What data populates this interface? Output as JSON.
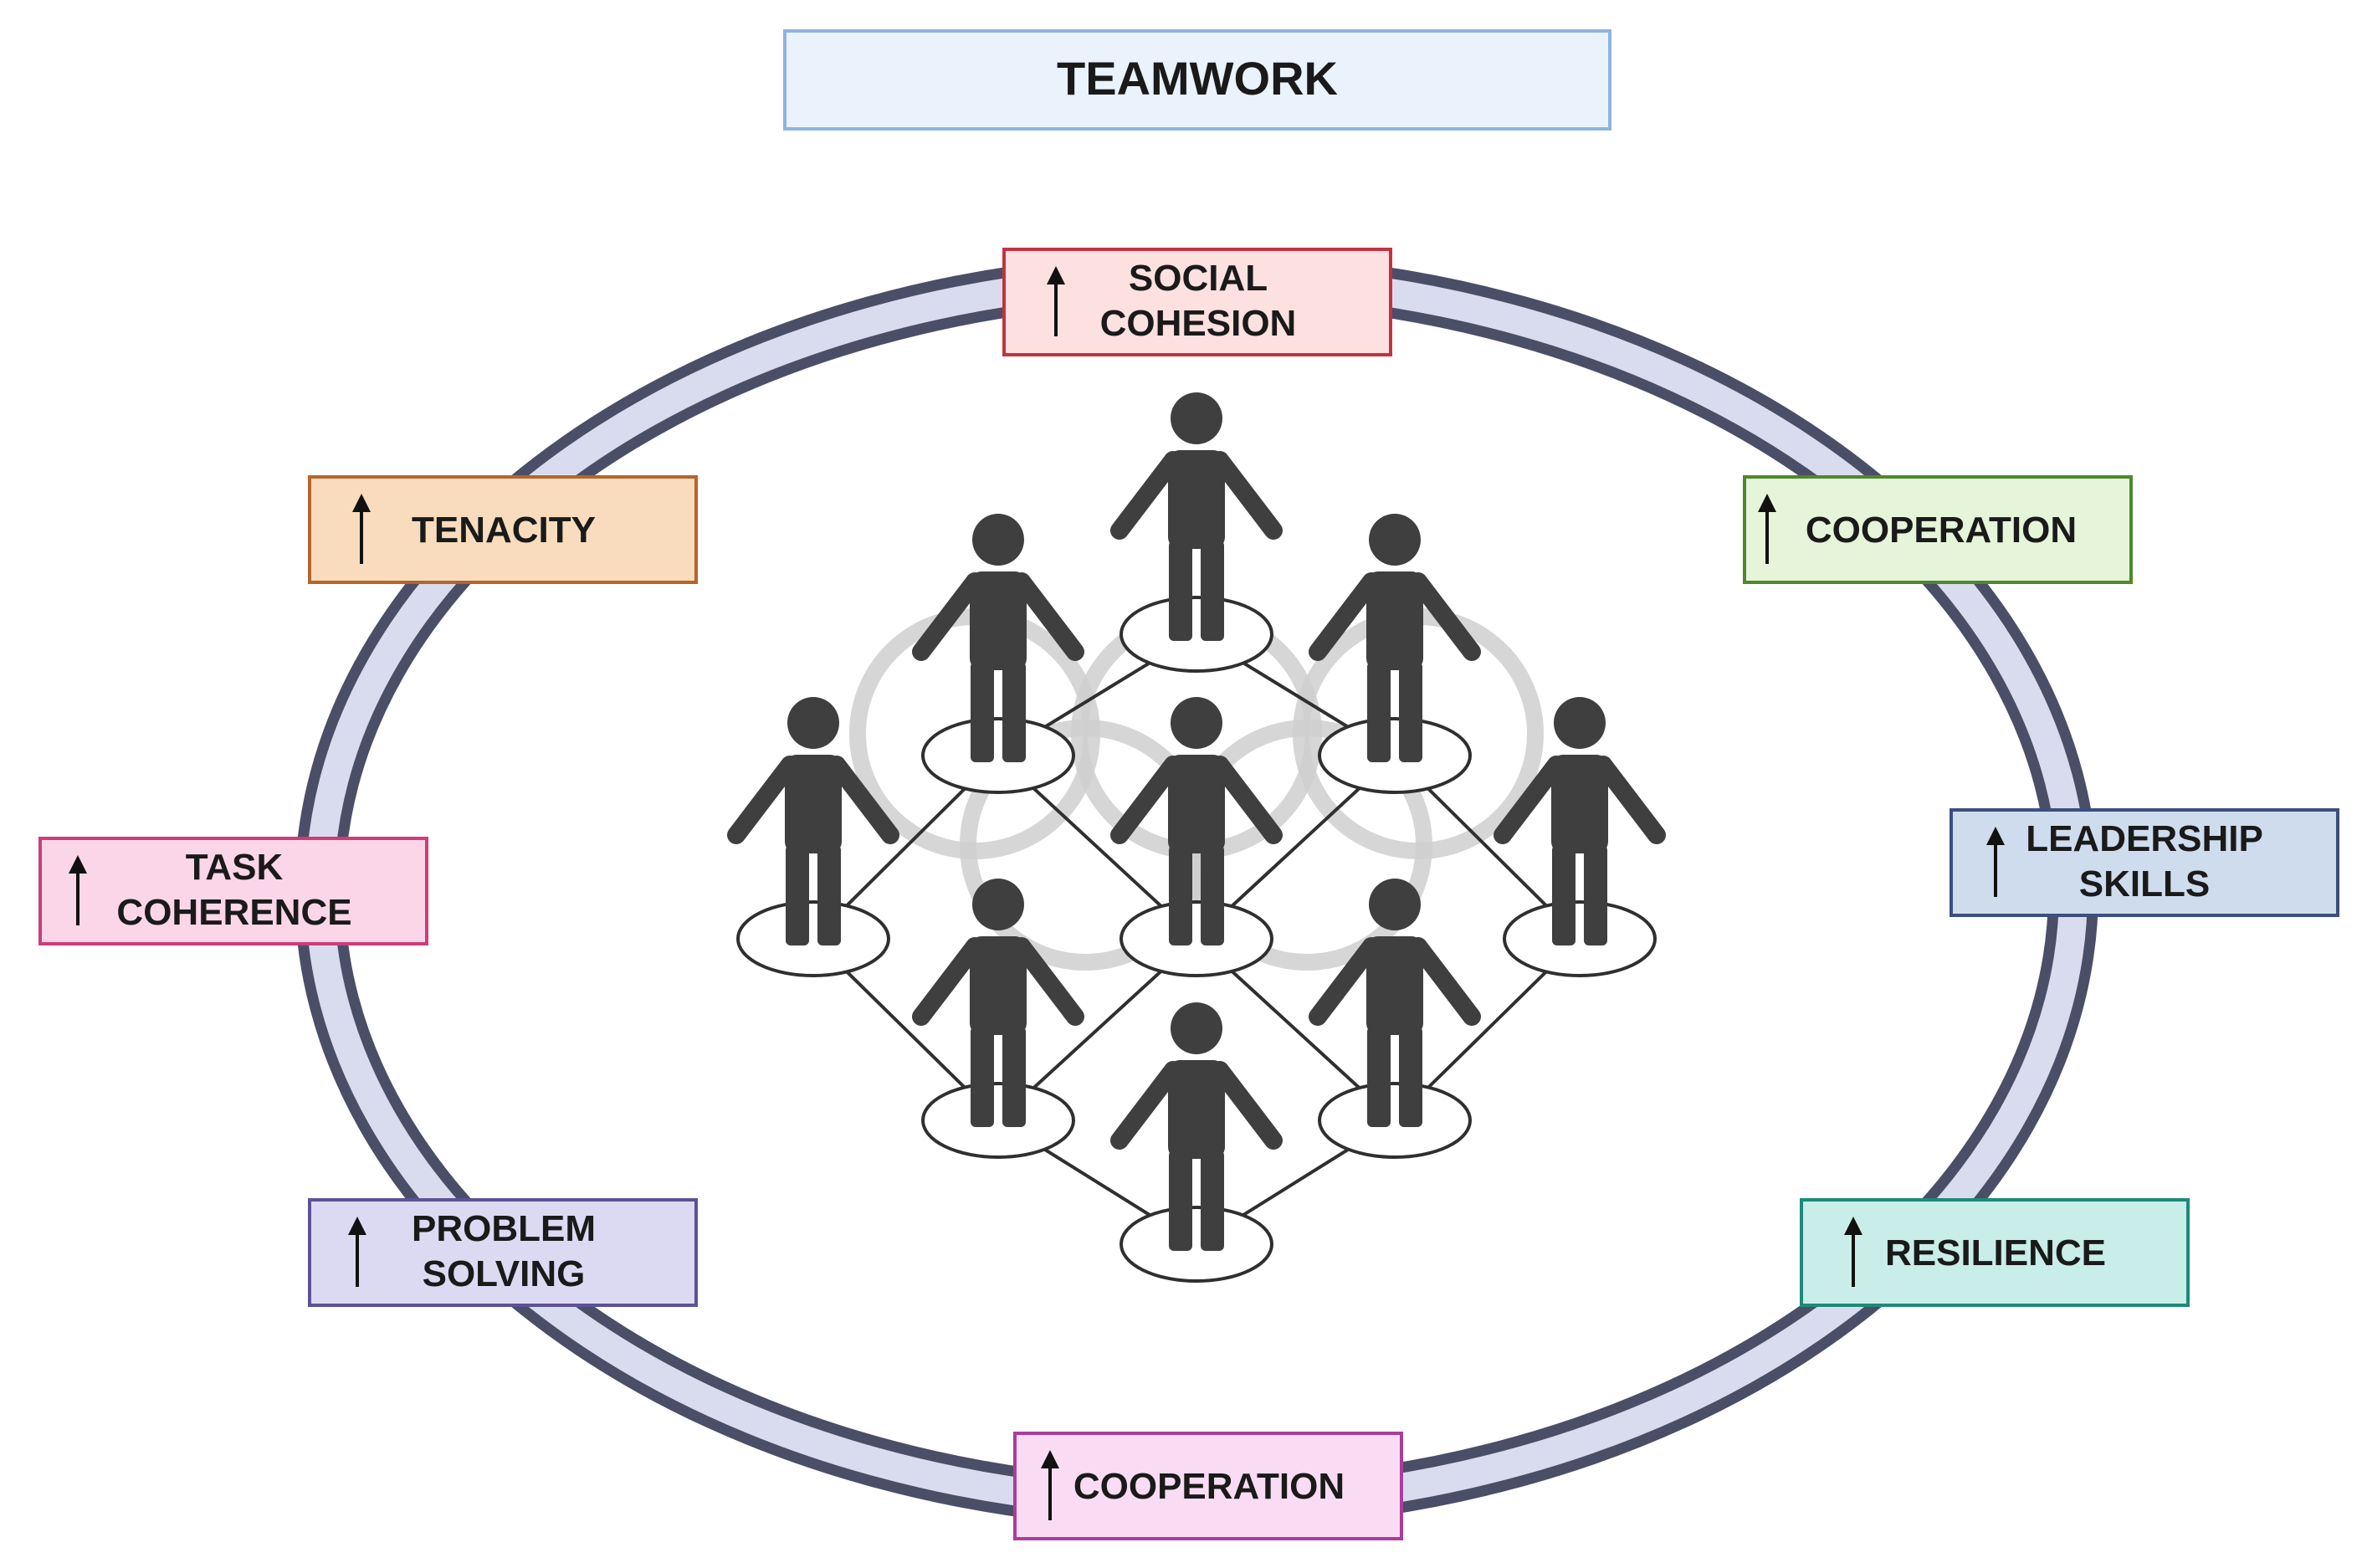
{
  "title": "TEAMWORK",
  "colors": {
    "ring_outer": "#4a4e66",
    "ring_inner": "#d9dcef",
    "figure": "#3f3f3f",
    "network_line": "#2f2f2f",
    "faint_rings": "#cfcfcf",
    "title_fill": "#eaf2fc",
    "title_stroke": "#8fb3e0"
  },
  "arrow_icon": "up-arrow-icon",
  "nodes": [
    {
      "id": "social-cohesion",
      "lines": [
        "SOCIAL",
        "COHESION"
      ],
      "fill": "#fde0e0",
      "stroke": "#c2333f"
    },
    {
      "id": "tenacity",
      "lines": [
        "TENACITY"
      ],
      "fill": "#f8dcbd",
      "stroke": "#b6652a"
    },
    {
      "id": "cooperation-right",
      "lines": [
        "COOPERATION"
      ],
      "fill": "#e6f5da",
      "stroke": "#4c8a2b"
    },
    {
      "id": "task-coherence",
      "lines": [
        "TASK",
        "COHERENCE"
      ],
      "fill": "#fbd6e8",
      "stroke": "#cc3d7a"
    },
    {
      "id": "leadership-skills",
      "lines": [
        "LEADERSHIP",
        "SKILLS"
      ],
      "fill": "#cfdcee",
      "stroke": "#3d4f7d"
    },
    {
      "id": "problem-solving",
      "lines": [
        "PROBLEM",
        "SOLVING"
      ],
      "fill": "#dcdaf3",
      "stroke": "#5d5197"
    },
    {
      "id": "resilience",
      "lines": [
        "RESILIENCE"
      ],
      "fill": "#c9ede8",
      "stroke": "#1e8a78"
    },
    {
      "id": "cooperation-bottom",
      "lines": [
        "COOPERATION"
      ],
      "fill": "#f9dcf3",
      "stroke": "#a93d9c"
    }
  ]
}
